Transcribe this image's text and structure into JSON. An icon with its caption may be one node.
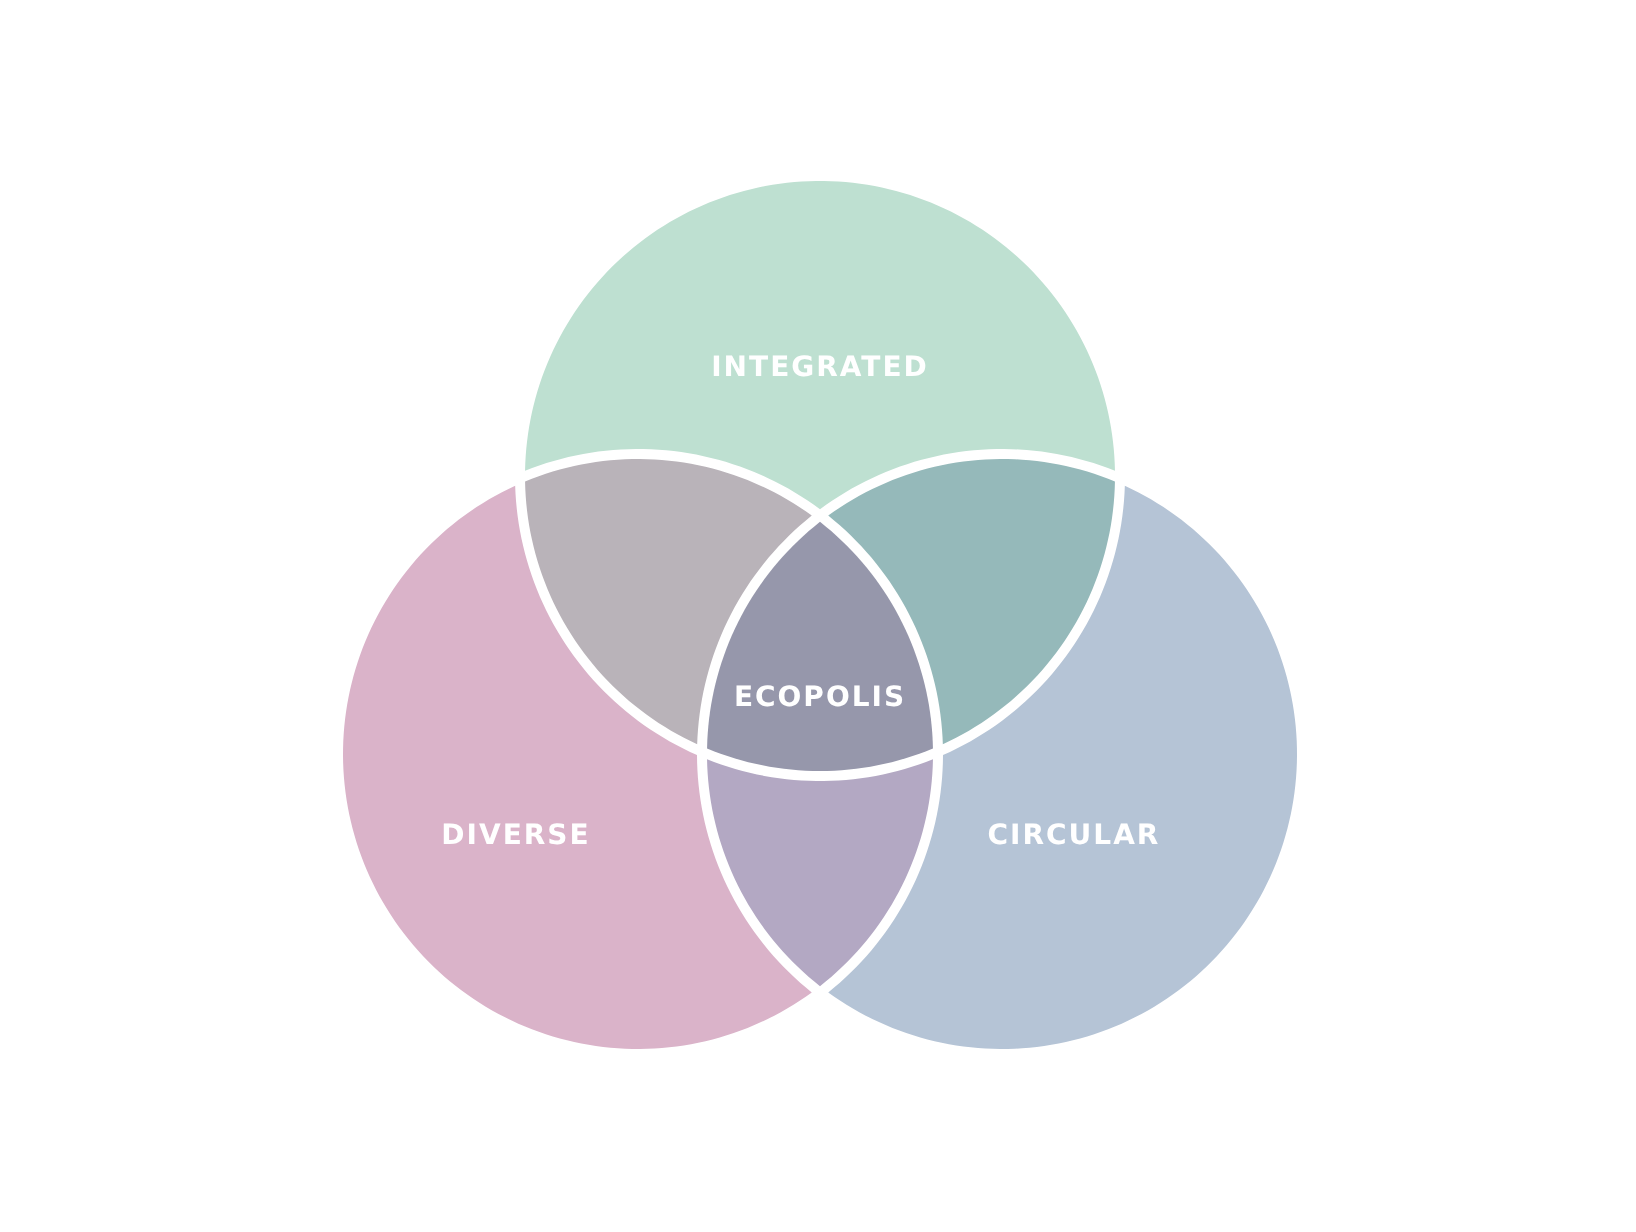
{
  "diagram": {
    "nodes": [
      {
        "text": [
          "INTEGRATED"
        ]
      },
      {
        "text": [
          "DIVERSE"
        ]
      },
      {
        "text": [
          "CIRCULAR"
        ]
      },
      {
        "text": [
          "ECOPOLIS"
        ]
      },
      {
        "text": [],
        "shape": "lens"
      },
      {
        "text": [],
        "shape": "lens"
      },
      {
        "text": [],
        "shape": "lens"
      }
    ]
  }
}
